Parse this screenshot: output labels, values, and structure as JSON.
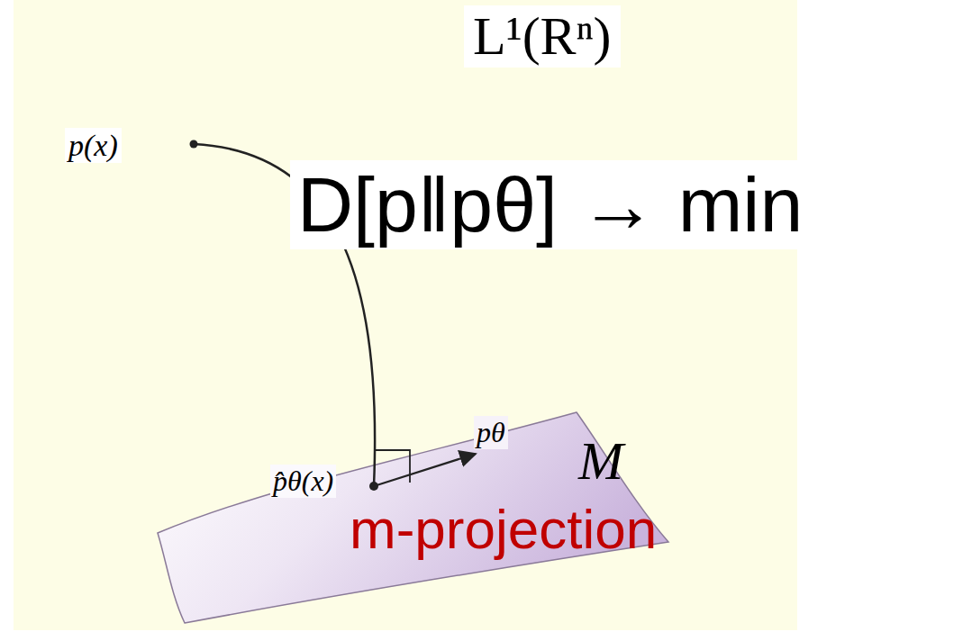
{
  "diagram": {
    "labels": [
      "L¹(Rⁿ)",
      "p(x)",
      "D[p‖pθ] → min",
      "p̂θ(x)",
      "pθ",
      "M",
      "m-projection"
    ]
  }
}
